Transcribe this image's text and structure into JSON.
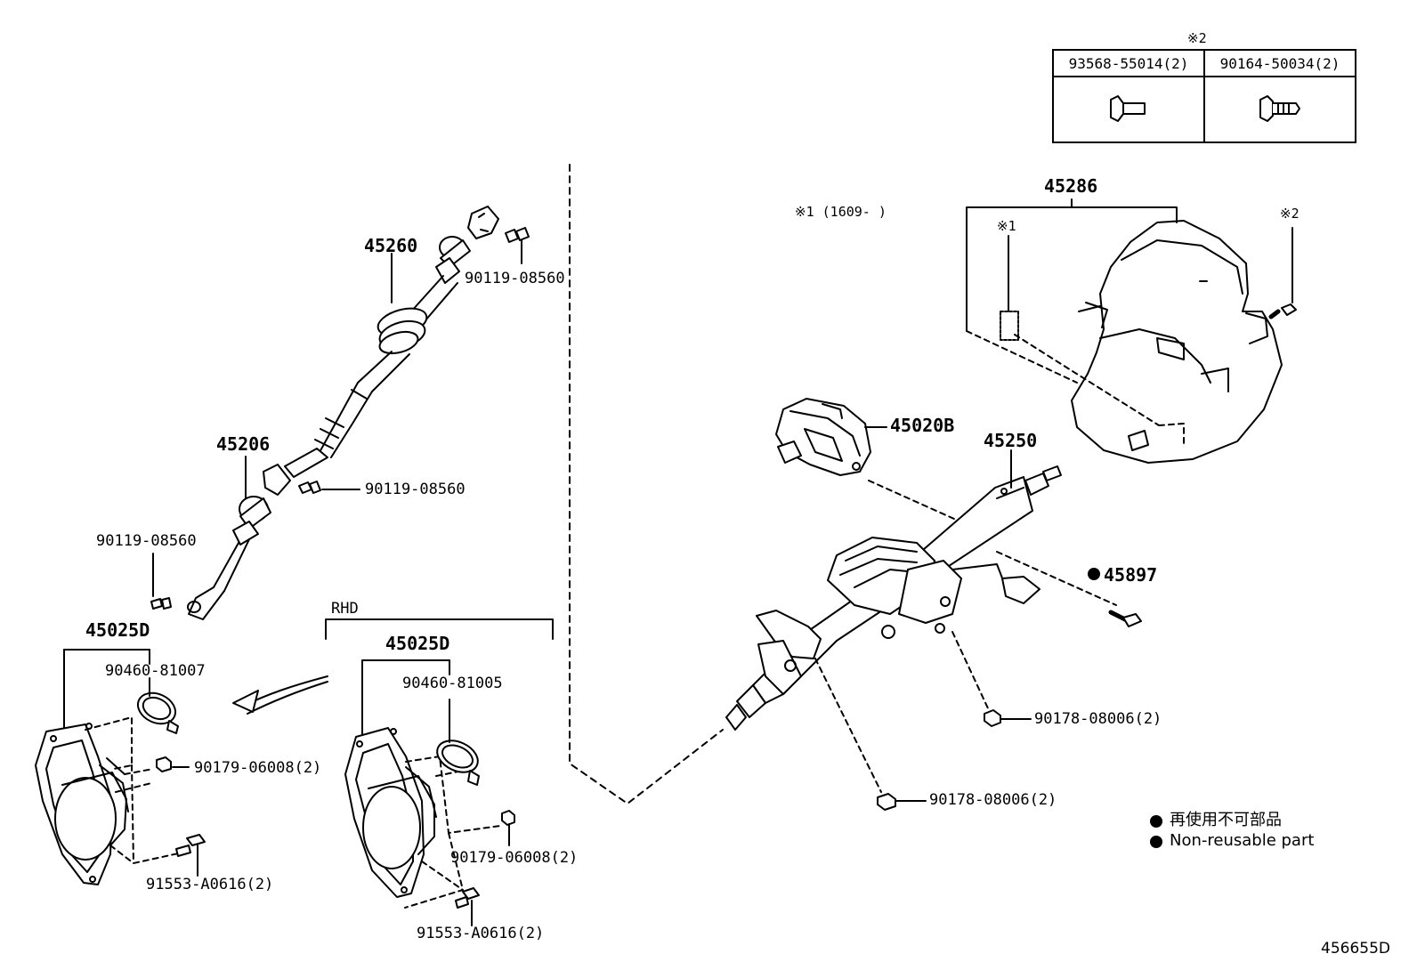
{
  "fastener_table": {
    "mark": "※2",
    "columns": [
      {
        "part": "93568-55014(2)",
        "icon": "flange-bolt-icon"
      },
      {
        "part": "90164-50034(2)",
        "icon": "screw-icon"
      }
    ]
  },
  "note_mark1": "※1 (1609-    )",
  "labels": {
    "p45260": "45260",
    "p45206": "45206",
    "p45286": "45286",
    "p45020B": "45020B",
    "p45250": "45250",
    "p45897": "45897",
    "p45025D_left": "45025D",
    "p45025D_right": "45025D",
    "b90119_upper": "90119-08560",
    "b90119_mid": "90119-08560",
    "b90119_left": "90119-08560",
    "c90460_81007": "90460-81007",
    "c90460_81005": "90460-81005",
    "n90179_left": "90179-06008(2)",
    "n90179_right": "90179-06008(2)",
    "b91553_left": "91553-A0616(2)",
    "b91553_right": "91553-A0616(2)",
    "n90178_a": "90178-08006(2)",
    "n90178_b": "90178-08006(2)",
    "rhd": "RHD",
    "mark1": "※1",
    "mark2": "※2"
  },
  "legend": {
    "line1": "再使用不可部品",
    "line2": "Non-reusable part"
  },
  "figure_id": "456655D"
}
